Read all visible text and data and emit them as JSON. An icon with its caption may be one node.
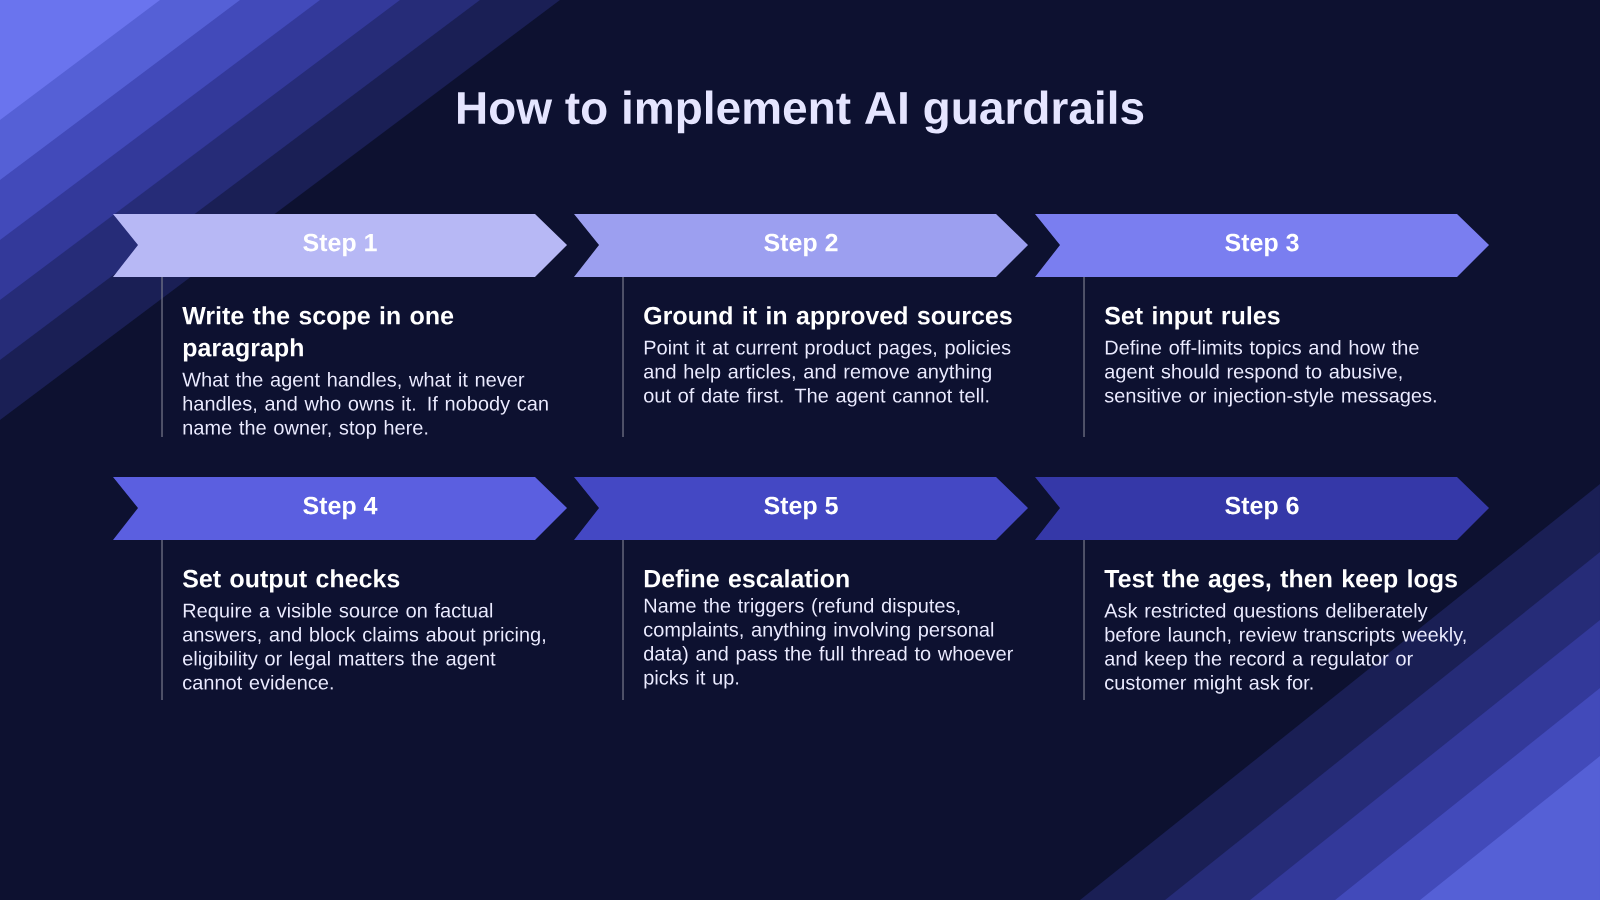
{
  "diagram": {
    "title": "How to implement AI guardrails",
    "nodes": [
      {
        "text": [
          "Step 1",
          "Write the scope in one paragraph",
          "What the agent handles, what it never handles, and who owns it. If nobody can name the owner, stop here."
        ]
      },
      {
        "text": [
          "Step 2",
          "Ground it in approved sources",
          "Point it at current product pages, policies and help articles, and remove anything out of date first. The agent cannot tell."
        ]
      },
      {
        "text": [
          "Step 3",
          "Set input rules",
          "Define off-limits topics and how the agent should respond to abusive, sensitive or injection-style messages."
        ]
      },
      {
        "text": [
          "Step 4",
          "Set output checks",
          "Require a visible source on factual answers, and block claims about pricing, eligibility or legal matters the agent cannot evidence."
        ]
      },
      {
        "text": [
          "Step 5",
          "Define escalation",
          "Name the triggers (refund disputes, complaints, anything involving personal data) and pass the full thread to whoever picks it up."
        ]
      },
      {
        "text": [
          "Step 6",
          "Test the ages, then keep logs",
          "Ask  restricted questions deliberately before launch, review transcripts weekly, and keep the record a regulator or customer might ask for."
        ]
      }
    ]
  }
}
